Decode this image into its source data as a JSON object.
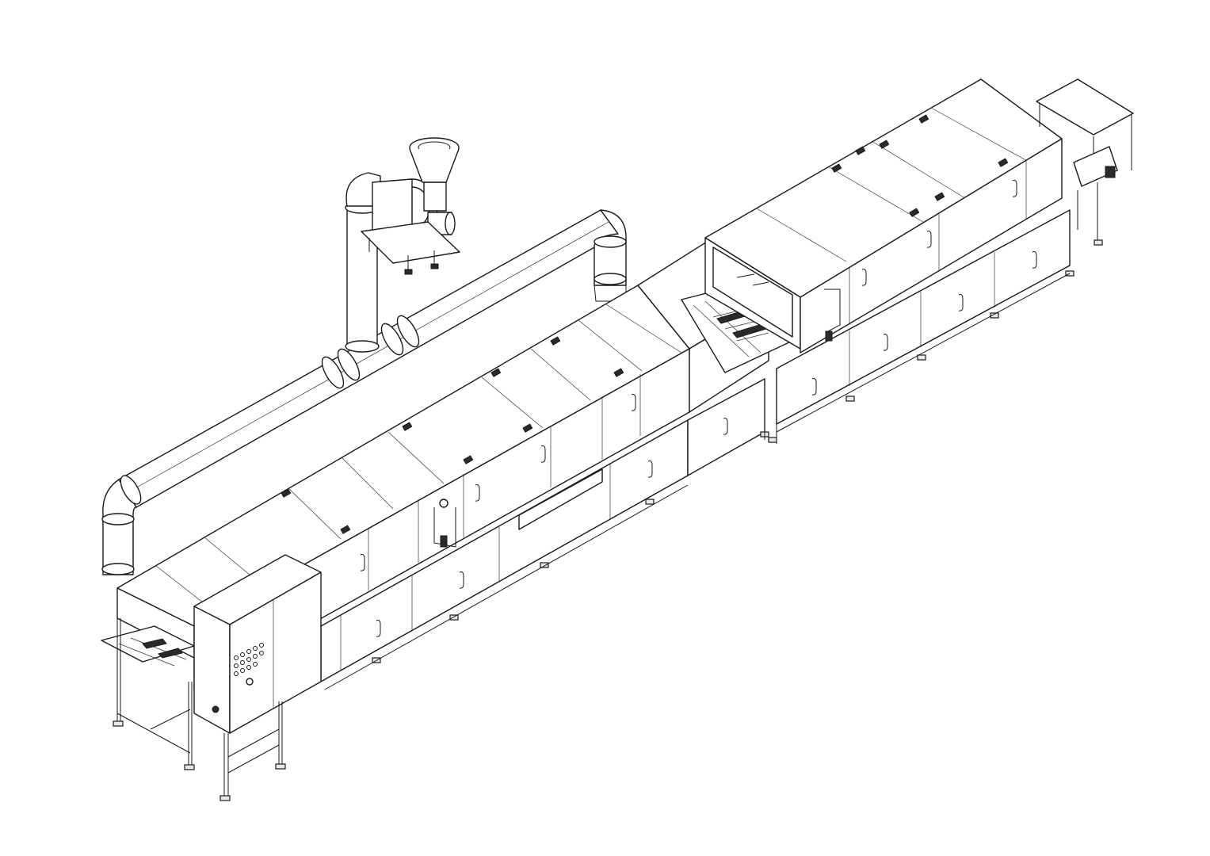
{
  "drawing": {
    "line_color": "#1a1a1a",
    "background": "#ffffff",
    "components": [
      "exhaust-duct",
      "centrifugal-fan",
      "fan-inlet-cone",
      "control-cabinet",
      "infeed-conveyor",
      "tunnel-section-front",
      "tunnel-section-rear",
      "transfer-conveyor",
      "outfeed-conveyor",
      "support-frame"
    ]
  }
}
